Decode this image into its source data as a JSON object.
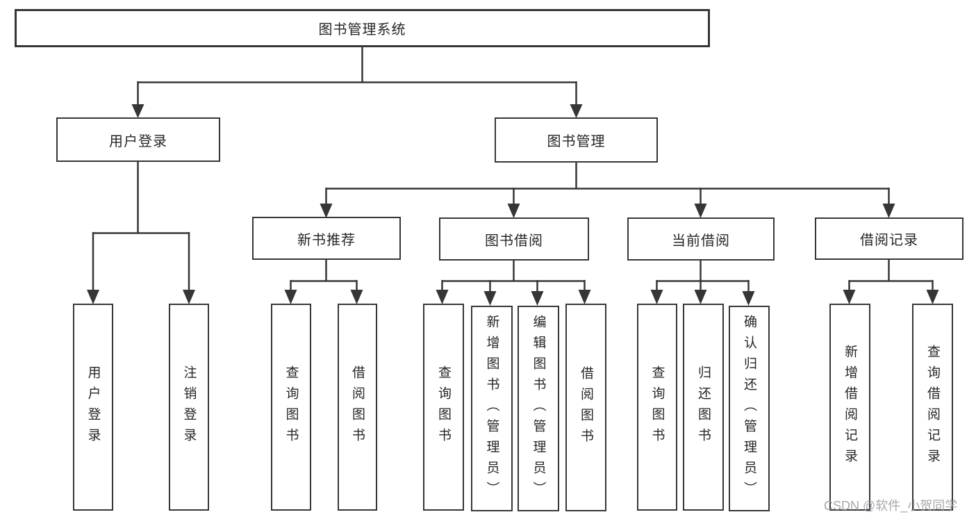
{
  "diagram_title": "图书管理系统",
  "nodes": {
    "root": {
      "label": "图书管理系统"
    },
    "user_login": {
      "label": "用户登录"
    },
    "book_mgmt": {
      "label": "图书管理"
    },
    "user_login_op": {
      "label": "用户登录"
    },
    "logout_op": {
      "label": "注销登录"
    },
    "new_book_rec": {
      "label": "新书推荐"
    },
    "book_borrow": {
      "label": "图书借阅"
    },
    "current_borrow": {
      "label": "当前借阅"
    },
    "borrow_records": {
      "label": "借阅记录"
    },
    "query_books_new": {
      "label": "查询图书"
    },
    "borrow_books_new": {
      "label": "借阅图书"
    },
    "query_books_borrow": {
      "label": "查询图书"
    },
    "add_book_admin": {
      "label": "新增图书（管理员）"
    },
    "edit_book_admin": {
      "label": "编辑图书（管理员）"
    },
    "borrow_books_borrow": {
      "label": "借阅图书"
    },
    "query_books_current": {
      "label": "查询图书"
    },
    "return_books": {
      "label": "归还图书"
    },
    "confirm_return_admin": {
      "label": "确认归还（管理员）"
    },
    "add_borrow_record": {
      "label": "新增借阅记录"
    },
    "query_borrow_record": {
      "label": "查询借阅记录"
    }
  },
  "hierarchy": {
    "图书管理系统": {
      "用户登录": [
        "用户登录",
        "注销登录"
      ],
      "图书管理": {
        "新书推荐": [
          "查询图书",
          "借阅图书"
        ],
        "图书借阅": [
          "查询图书",
          "新增图书（管理员）",
          "编辑图书（管理员）",
          "借阅图书"
        ],
        "当前借阅": [
          "查询图书",
          "归还图书",
          "确认归还（管理员）"
        ],
        "借阅记录": [
          "新增借阅记录",
          "查询借阅记录"
        ]
      }
    }
  },
  "watermark": {
    "text": "CSDN @软件_小贺同学"
  },
  "colors": {
    "line": "#363636",
    "text": "#262626",
    "background": "#ffffff",
    "watermark": "#9fa0a6"
  }
}
